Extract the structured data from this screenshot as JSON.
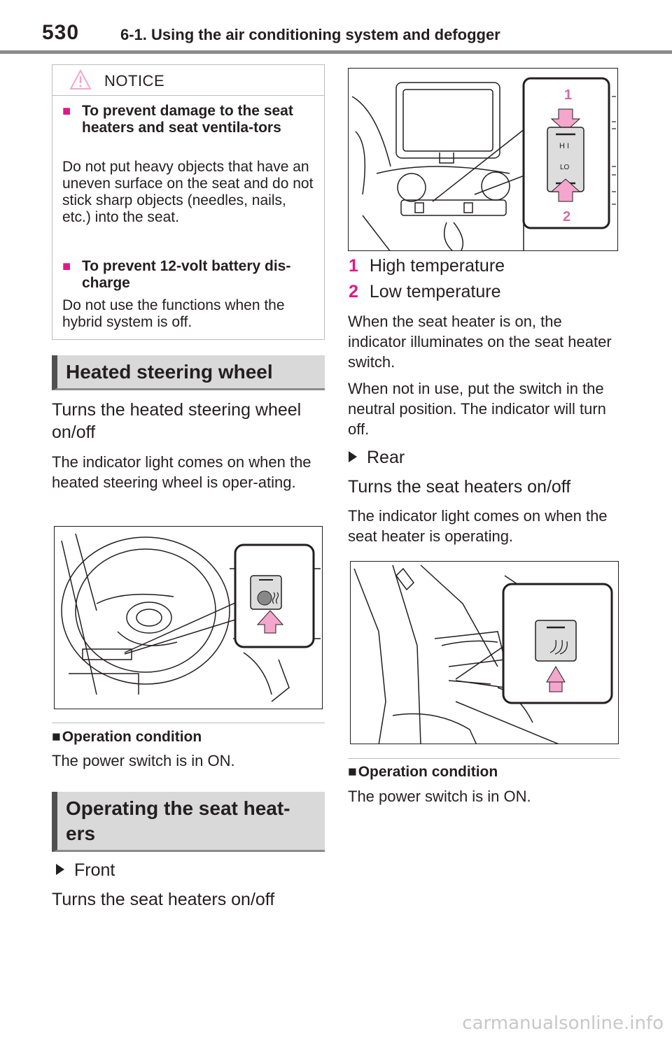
{
  "header": {
    "page_number": "530",
    "chapter_title": "6-1. Using the air conditioning system and defogger"
  },
  "notice": {
    "title": "NOTICE",
    "item1_title": "To prevent damage to the seat heaters and seat ventila-tors",
    "item1_body": "Do not put heavy objects that have an uneven surface on the seat and do not stick sharp objects (needles, nails, etc.) into the seat.",
    "item2_title": "To prevent 12-volt battery dis-charge",
    "item2_body": "Do not use the functions when the hybrid system is off."
  },
  "heated_steering": {
    "heading": "Heated steering wheel",
    "line1": "Turns the heated steering wheel",
    "line2": "on/off",
    "body": "The indicator light comes on when the heated steering wheel is oper-ating.",
    "op_title": "Operation condition",
    "op_body": "The power switch is in ON."
  },
  "seat_heaters": {
    "heading_line1": "Operating the seat heat-",
    "heading_line2": "ers",
    "front_label": "Front",
    "front_body": "Turns the seat heaters on/off",
    "switch_hi": "HI",
    "switch_lo": "LO",
    "legend": [
      {
        "num": "1",
        "text": "High temperature"
      },
      {
        "num": "2",
        "text": "Low temperature"
      }
    ],
    "para1": "When the seat heater is on, the indicator illuminates on the seat heater switch.",
    "para2": "When not in use, put the switch in the neutral position. The indicator will turn off.",
    "rear_label": "Rear",
    "rear_body": "Turns the seat heaters on/off",
    "rear_para": "The indicator light comes on when the seat heater is operating.",
    "op_title": "Operation condition",
    "op_body": "The power switch is in ON."
  },
  "colors": {
    "accent": "#e2178a",
    "arrow_fill": "#f4a6cc",
    "heading_bg": "#d9d9d9"
  },
  "footer": {
    "watermark": "carmanualsonline.info"
  }
}
